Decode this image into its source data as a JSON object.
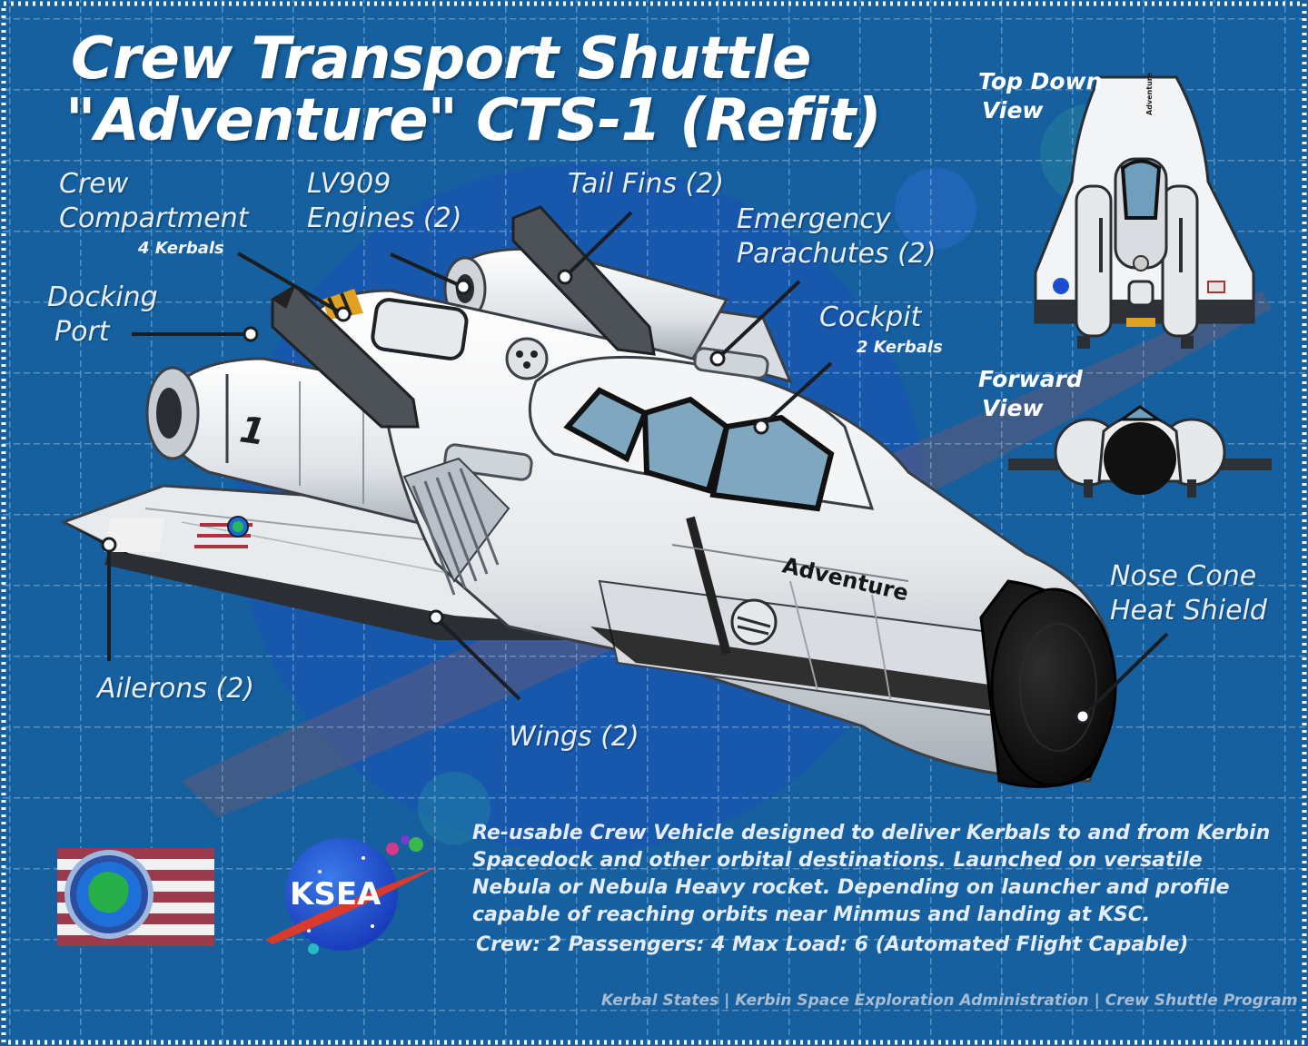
{
  "title": {
    "line1": "Crew Transport Shuttle",
    "line2": "\"Adventure\" CTS-1  (Refit)"
  },
  "views": {
    "top_down_line1": "Top Down",
    "top_down_line2": "View",
    "forward_line1": "Forward",
    "forward_line2": "View"
  },
  "callouts": {
    "crew_line1": "Crew",
    "crew_line2": "Compartment",
    "crew_sub": "4 Kerbals",
    "engines_line1": "LV909",
    "engines_line2": "Engines (2)",
    "tail_fins": "Tail Fins (2)",
    "parachutes_line1": "Emergency",
    "parachutes_line2": "Parachutes (2)",
    "cockpit": "Cockpit",
    "cockpit_sub": "2 Kerbals",
    "docking_line1": "Docking",
    "docking_line2": "Port",
    "nose_line1": "Nose Cone",
    "nose_line2": "Heat Shield",
    "ailerons": "Ailerons (2)",
    "wings": "Wings (2)"
  },
  "markings": {
    "engine_number": "1",
    "ship_name": "Adventure",
    "agency_logo": "KSEA",
    "top_view_name": "Adventure"
  },
  "description": "Re-usable Crew Vehicle designed to deliver Kerbals to and from Kerbin Spacedock and other orbital destinations. Launched on versatile Nebula or Nebula Heavy rocket. Depending on launcher and profile capable of reaching orbits near Minmus and landing at KSC.",
  "stats": "Crew: 2   Passengers:  4  Max Load: 6 (Automated Flight Capable)",
  "footer": "Kerbal States | Kerbin Space Exploration Administration | Crew Shuttle Program",
  "icons": {
    "flag": "kerbal-states-flag-icon",
    "logo": "ksea-logo-icon"
  },
  "colors": {
    "background": "#16609f",
    "grid": "#8fb6d8",
    "hull": "#eef0f2",
    "heat_shield": "#141414",
    "window": "#7fa7bf",
    "flag_red": "#9b3a4a",
    "logo_blue": "#1a4ed0",
    "logo_swoosh": "#d83a2c"
  }
}
